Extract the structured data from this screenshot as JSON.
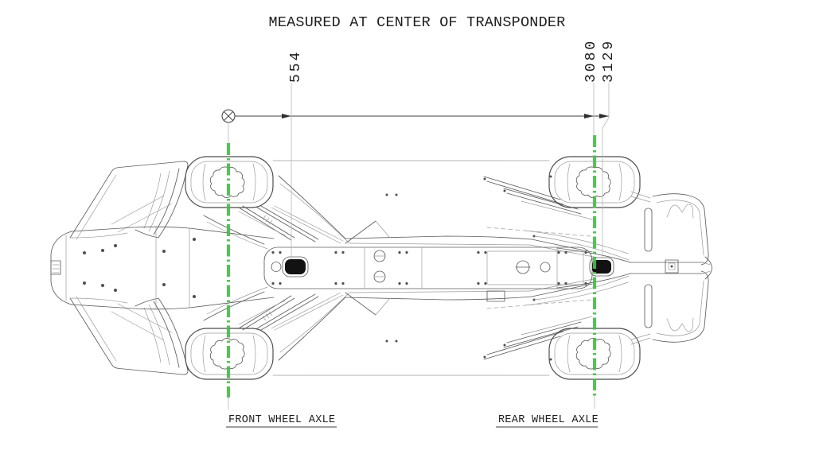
{
  "title": "MEASURED AT CENTER OF TRANSPONDER",
  "dimensions": {
    "front_axle_to_transponder": "554",
    "front_axle_to_rear_axle": "3080",
    "front_axle_to_rear_transponder": "3129"
  },
  "labels": {
    "front_axle": "FRONT WHEEL AXLE",
    "rear_axle": "REAR WHEEL AXLE"
  },
  "icons": {
    "datum_target_icon": "circle-with-diagonal-cross"
  },
  "colors": {
    "axle_line_green": "#3cc43c",
    "drawing_line": "#5c5c5c",
    "dimension_line": "#3f3f3f",
    "transponder_fill": "#121212",
    "background": "#ffffff"
  }
}
